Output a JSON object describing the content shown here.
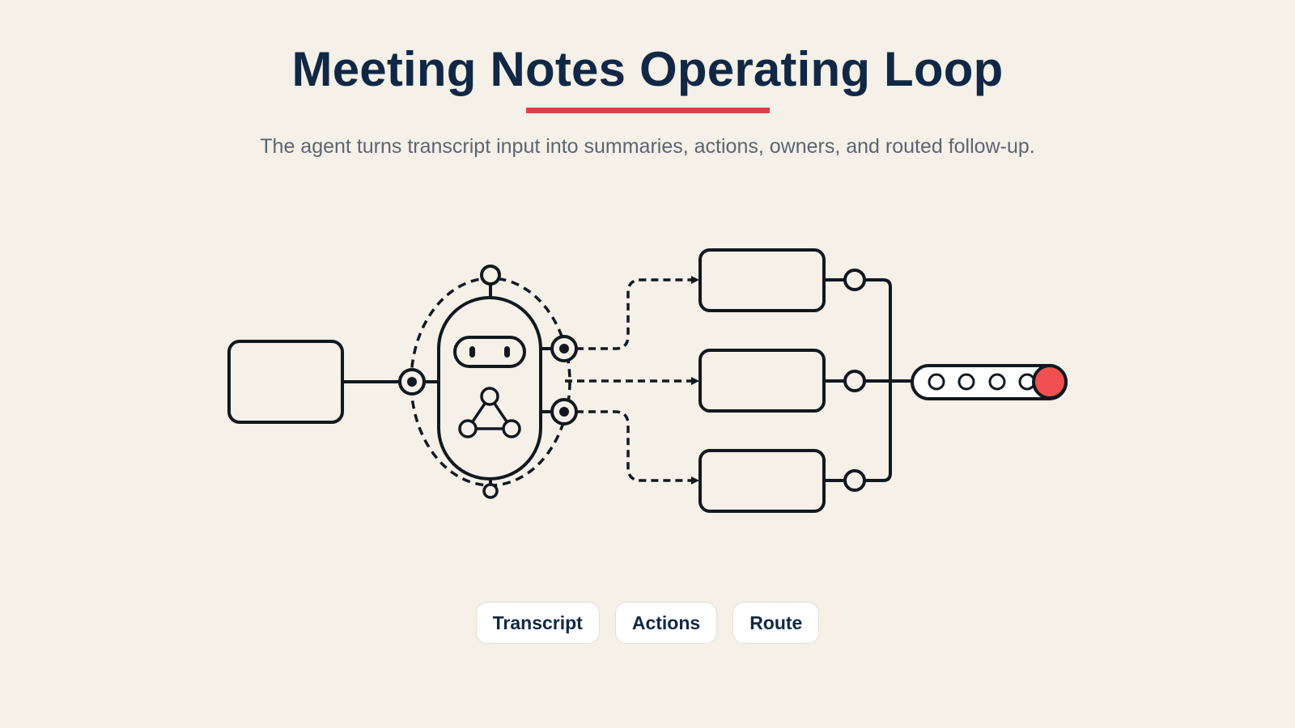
{
  "header": {
    "title": "Meeting Notes Operating Loop",
    "subtitle": "The agent turns transcript input into summaries, actions, owners, and routed follow-up."
  },
  "chips": [
    {
      "label": "Transcript"
    },
    {
      "label": "Actions"
    },
    {
      "label": "Route"
    }
  ],
  "colors": {
    "background": "#f5f0e8",
    "title": "#102845",
    "accent": "#d9404b",
    "stroke": "#111820",
    "indicator": "#f0504f"
  },
  "icons": {
    "agent": "robot-icon",
    "pipeline": "conveyor-icon"
  }
}
